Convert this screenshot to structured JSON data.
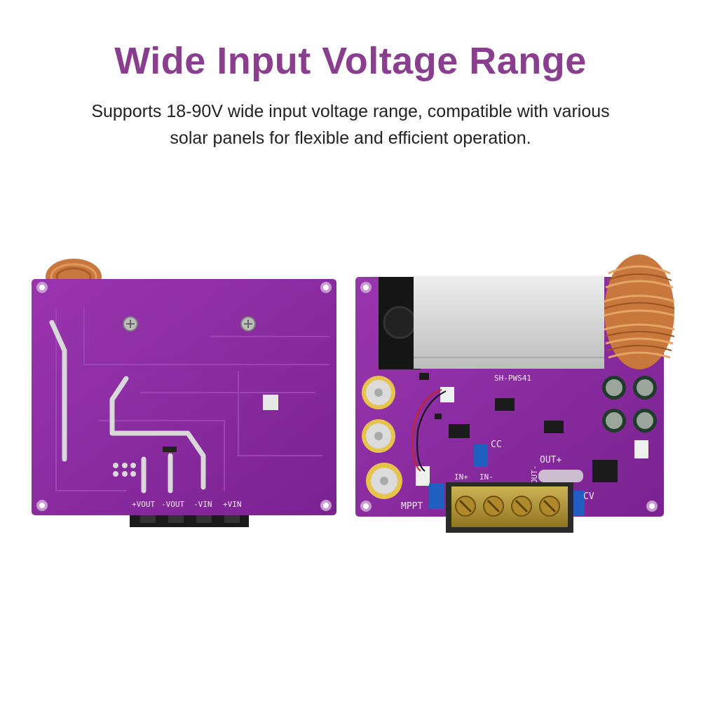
{
  "header": {
    "title": "Wide Input Voltage Range",
    "subtitle_line1": "Supports 18-90V wide input voltage range, compatible with various",
    "subtitle_line2": "solar panels for flexible and efficient operation."
  },
  "colors": {
    "accent": "#8a3f8e",
    "pcb": "#8a2aa0",
    "copper": "#c9783d",
    "terminal": "#c8a73a"
  },
  "back_board": {
    "labels": {
      "vout_pos": "+VOUT",
      "vout_neg": "-VOUT",
      "vin_neg": "-VIN",
      "vin_pos": "+VIN"
    }
  },
  "front_board": {
    "labels": {
      "model": "SH-PWS41",
      "cc": "CC",
      "cv": "CV",
      "mppt": "MPPT",
      "in_pos": "IN+",
      "in_neg": "IN-",
      "out_neg": "OUT-",
      "out_pos": "OUT+"
    }
  }
}
